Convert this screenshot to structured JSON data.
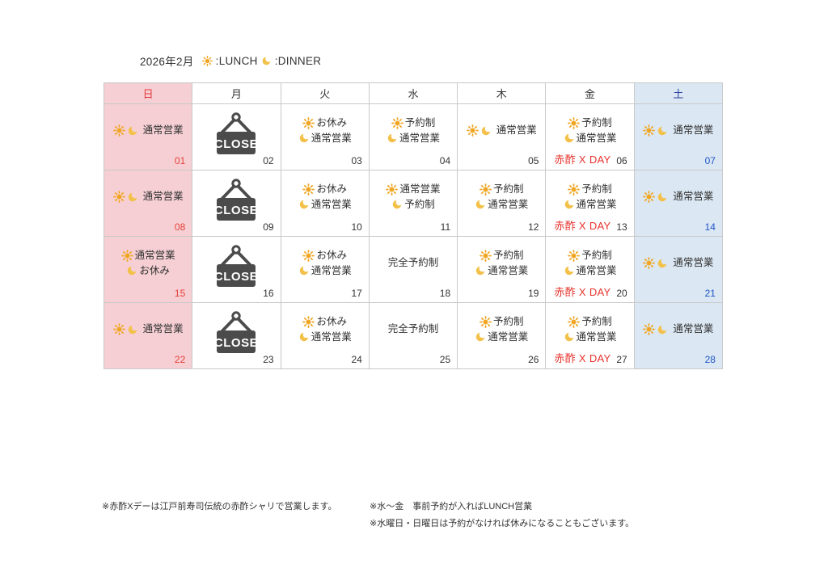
{
  "page": {
    "title_month": "2026年2月",
    "legend": {
      "lunch": ":LUNCH",
      "dinner": ":DINNER"
    }
  },
  "labels": {
    "close": "CLOSE",
    "akasu_day": "赤酢 X DAY"
  },
  "calendar": {
    "weekday_headers": [
      {
        "label": "日"
      },
      {
        "label": "月"
      },
      {
        "label": "火"
      },
      {
        "label": "水"
      },
      {
        "label": "木"
      },
      {
        "label": "金"
      },
      {
        "label": "土"
      }
    ],
    "weeks": [
      [
        {
          "day": "01",
          "lines": [
            {
              "icons": [
                "sun",
                "moon"
              ],
              "text": "通常営業"
            }
          ]
        },
        {
          "day": "02",
          "close": true
        },
        {
          "day": "03",
          "lines": [
            {
              "icons": [
                "sun"
              ],
              "text": "お休み"
            },
            {
              "icons": [
                "moon"
              ],
              "text": "通常営業"
            }
          ]
        },
        {
          "day": "04",
          "lines": [
            {
              "icons": [
                "sun"
              ],
              "text": "予約制"
            },
            {
              "icons": [
                "moon"
              ],
              "text": "通常営業"
            }
          ]
        },
        {
          "day": "05",
          "lines": [
            {
              "icons": [
                "sun",
                "moon"
              ],
              "text": "通常営業"
            }
          ]
        },
        {
          "day": "06",
          "lines": [
            {
              "icons": [
                "sun"
              ],
              "text": "予約制"
            },
            {
              "icons": [
                "moon"
              ],
              "text": "通常営業"
            }
          ],
          "badge": true
        },
        {
          "day": "07",
          "lines": [
            {
              "icons": [
                "sun",
                "moon"
              ],
              "text": "通常営業"
            }
          ]
        }
      ],
      [
        {
          "day": "08",
          "lines": [
            {
              "icons": [
                "sun",
                "moon"
              ],
              "text": "通常営業"
            }
          ]
        },
        {
          "day": "09",
          "close": true
        },
        {
          "day": "10",
          "lines": [
            {
              "icons": [
                "sun"
              ],
              "text": "お休み"
            },
            {
              "icons": [
                "moon"
              ],
              "text": "通常営業"
            }
          ]
        },
        {
          "day": "11",
          "lines": [
            {
              "icons": [
                "sun"
              ],
              "text": "通常営業"
            },
            {
              "icons": [
                "moon"
              ],
              "text": "予約制"
            }
          ]
        },
        {
          "day": "12",
          "lines": [
            {
              "icons": [
                "sun"
              ],
              "text": "予約制"
            },
            {
              "icons": [
                "moon"
              ],
              "text": "通常営業"
            }
          ]
        },
        {
          "day": "13",
          "lines": [
            {
              "icons": [
                "sun"
              ],
              "text": "予約制"
            },
            {
              "icons": [
                "moon"
              ],
              "text": "通常営業"
            }
          ],
          "badge": true
        },
        {
          "day": "14",
          "lines": [
            {
              "icons": [
                "sun",
                "moon"
              ],
              "text": "通常営業"
            }
          ]
        }
      ],
      [
        {
          "day": "15",
          "lines": [
            {
              "icons": [
                "sun"
              ],
              "text": "通常営業"
            },
            {
              "icons": [
                "moon"
              ],
              "text": "お休み"
            }
          ]
        },
        {
          "day": "16",
          "close": true
        },
        {
          "day": "17",
          "lines": [
            {
              "icons": [
                "sun"
              ],
              "text": "お休み"
            },
            {
              "icons": [
                "moon"
              ],
              "text": "通常営業"
            }
          ]
        },
        {
          "day": "18",
          "lines": [
            {
              "icons": [],
              "text": "完全予約制"
            }
          ]
        },
        {
          "day": "19",
          "lines": [
            {
              "icons": [
                "sun"
              ],
              "text": "予約制"
            },
            {
              "icons": [
                "moon"
              ],
              "text": "通常営業"
            }
          ]
        },
        {
          "day": "20",
          "lines": [
            {
              "icons": [
                "sun"
              ],
              "text": "予約制"
            },
            {
              "icons": [
                "moon"
              ],
              "text": "通常営業"
            }
          ],
          "badge": true
        },
        {
          "day": "21",
          "lines": [
            {
              "icons": [
                "sun",
                "moon"
              ],
              "text": "通常営業"
            }
          ]
        }
      ],
      [
        {
          "day": "22",
          "lines": [
            {
              "icons": [
                "sun",
                "moon"
              ],
              "text": "通常営業"
            }
          ]
        },
        {
          "day": "23",
          "close": true
        },
        {
          "day": "24",
          "lines": [
            {
              "icons": [
                "sun"
              ],
              "text": "お休み"
            },
            {
              "icons": [
                "moon"
              ],
              "text": "通常営業"
            }
          ]
        },
        {
          "day": "25",
          "lines": [
            {
              "icons": [],
              "text": "完全予約制"
            }
          ]
        },
        {
          "day": "26",
          "lines": [
            {
              "icons": [
                "sun"
              ],
              "text": "予約制"
            },
            {
              "icons": [
                "moon"
              ],
              "text": "通常営業"
            }
          ]
        },
        {
          "day": "27",
          "lines": [
            {
              "icons": [
                "sun"
              ],
              "text": "予約制"
            },
            {
              "icons": [
                "moon"
              ],
              "text": "通常営業"
            }
          ],
          "badge": true
        },
        {
          "day": "28",
          "lines": [
            {
              "icons": [
                "sun",
                "moon"
              ],
              "text": "通常営業"
            }
          ]
        }
      ]
    ]
  },
  "notes": [
    "※赤酢Xデーは江戸前寿司伝統の赤酢シャリで営業します。",
    "※水〜金　事前予約が入ればLUNCH営業",
    "※水曜日・日曜日は予約がなければ休みになることもございます。"
  ],
  "colors": {
    "sunday_bg": "#f5cfd3",
    "saturday_bg": "#dbe7f2",
    "sunday_red": "#e8403a",
    "saturday_header_blue": "#2b3f9f",
    "saturday_date_blue": "#1e56c8",
    "akasu_red": "#e7332d",
    "sun_yellow": "#f1a623",
    "moon_yellow": "#f3c14a",
    "close_sign_gray": "#4b4b4b",
    "grid_line": "#c9c9c9",
    "text": "#333333"
  }
}
